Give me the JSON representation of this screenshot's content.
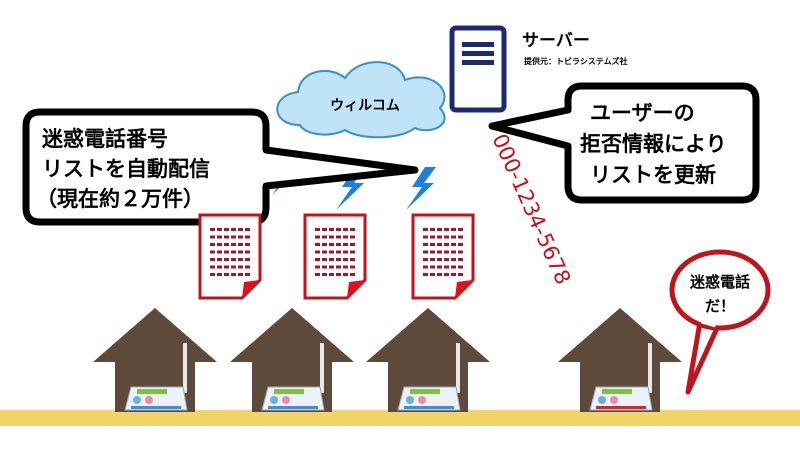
{
  "server": {
    "title": "サーバー",
    "provider": "提供元：トビラシステムズ社"
  },
  "cloud": {
    "label": "ウィルコム"
  },
  "left_callout": {
    "lines": [
      "迷惑電話番号",
      "リストを自動配信",
      "（現在約２万件）"
    ]
  },
  "right_callout": {
    "lines": [
      "ユーザーの",
      "拒否情報により",
      "リストを更新"
    ]
  },
  "phone_number": "000-1234-5678",
  "alert_bubble": {
    "lines": [
      "迷惑電話",
      "だ！"
    ]
  },
  "colors": {
    "house": "#5e4a3a",
    "doc_border": "#c0141c",
    "ground": "#f2d46a",
    "server": "#1e2a6e",
    "cloud": "#bfe3f7",
    "bolt": "#1f7fe0"
  }
}
